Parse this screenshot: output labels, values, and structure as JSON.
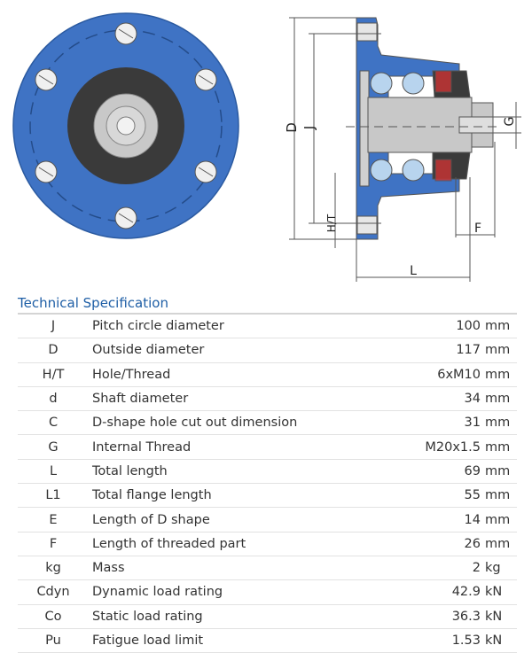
{
  "drawing": {
    "labels": {
      "D": "D",
      "J": "J",
      "HT": "H/T",
      "F": "F",
      "L": "L",
      "G": "G"
    },
    "colors": {
      "flange": "#3f73c4",
      "dark": "#3a3a3a",
      "shaft": "#c8c8c8"
    }
  },
  "spec": {
    "title": "Technical Specification",
    "rows": [
      {
        "symbol": "J",
        "label": "Pitch circle diameter",
        "value": "100",
        "unit": "mm"
      },
      {
        "symbol": "D",
        "label": "Outside diameter",
        "value": "117",
        "unit": "mm"
      },
      {
        "symbol": "H/T",
        "label": "Hole/Thread",
        "value": "6xM10",
        "unit": "mm"
      },
      {
        "symbol": "d",
        "label": "Shaft diameter",
        "value": "34",
        "unit": "mm"
      },
      {
        "symbol": "C",
        "label": "D-shape hole cut out dimension",
        "value": "31",
        "unit": "mm"
      },
      {
        "symbol": "G",
        "label": "Internal Thread",
        "value": "M20x1.5",
        "unit": "mm"
      },
      {
        "symbol": "L",
        "label": "Total length",
        "value": "69",
        "unit": "mm"
      },
      {
        "symbol": "L1",
        "label": "Total flange length",
        "value": "55",
        "unit": "mm"
      },
      {
        "symbol": "E",
        "label": "Length of D shape",
        "value": "14",
        "unit": "mm"
      },
      {
        "symbol": "F",
        "label": "Length of threaded part",
        "value": "26",
        "unit": "mm"
      },
      {
        "symbol": "kg",
        "label": "Mass",
        "value": "2",
        "unit": "kg"
      },
      {
        "symbol": "Cdyn",
        "label": "Dynamic load rating",
        "value": "42.9",
        "unit": "kN"
      },
      {
        "symbol": "Co",
        "label": "Static load rating",
        "value": "36.3",
        "unit": "kN"
      },
      {
        "symbol": "Pu",
        "label": "Fatigue load limit",
        "value": "1.53",
        "unit": "kN"
      }
    ]
  }
}
